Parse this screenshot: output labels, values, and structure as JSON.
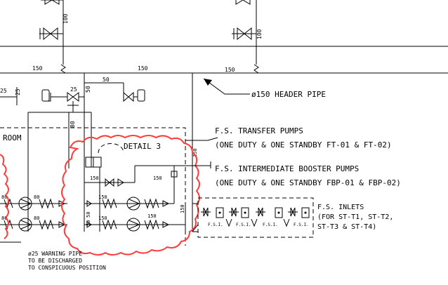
{
  "annotations": {
    "header_pipe": "ø150 HEADER PIPE",
    "transfer_pumps_1": "F.S. TRANSFER PUMPS",
    "transfer_pumps_2": "(ONE DUTY & ONE STANDBY FT-01 & FT-02)",
    "booster_pumps_1": "F.S. INTERMEDIATE BOOSTER PUMPS",
    "booster_pumps_2": "(ONE DUTY & ONE STANDBY FBP-01 & FBP-02)",
    "inlets_1": "F.S. INLETS",
    "inlets_2": "(FOR ST-T1, ST-T2,",
    "inlets_3": "ST-T3 & ST-T4)",
    "detail": "DETAIL 3",
    "room": "ROOM",
    "warning_1": "ø25 WARNING PIPE",
    "warning_2": "TO BE DISCHARGED",
    "warning_3": "TO CONSPICUOUS POSITION"
  },
  "pipe_sizes": {
    "s100a": "100",
    "s100b": "100",
    "s150_h1": "150",
    "s150_h2": "150",
    "s150_h3": "150",
    "s25a": "25",
    "s25b": "25",
    "s25c": "25",
    "s50a": "50",
    "s50b": "50",
    "s80v": "80",
    "s150_detail": "150",
    "s150_b1": "150",
    "s150_b2": "150",
    "s150_b3": "150",
    "s150_b4": "150",
    "s150_v1": "150",
    "s150_v2": "150",
    "s50_v1": "50",
    "s50_v2": "50",
    "s80_p1": "80",
    "s80_p2": "80",
    "s80_p3": "80",
    "s80_p4": "80"
  },
  "inlet_tags": [
    "F.S.I.",
    "F.S.I.",
    "F.S.I.",
    "F.S.I."
  ],
  "colors": {
    "line": "#000000",
    "revision_cloud": "#ff3b3b",
    "background": "#ffffff"
  }
}
